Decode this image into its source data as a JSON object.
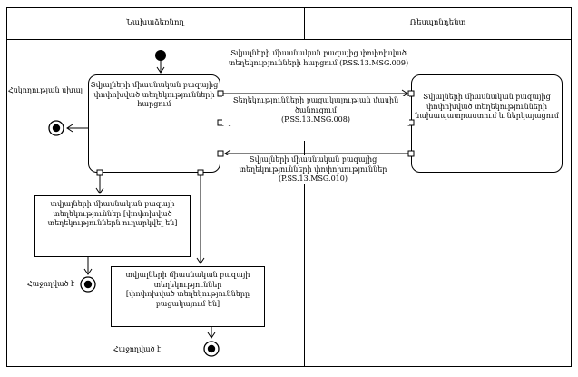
{
  "diagram_type": "uml-activity-swimlane",
  "colors": {
    "line": "#000000",
    "background": "#ffffff",
    "node_fill": "#ffffff"
  },
  "lanes": {
    "initiator": "Նախաձեռնող",
    "respondent": "Ռեսպոնդենտ"
  },
  "nodes": {
    "action_request": {
      "label": "Տվյալների միասնական բազայից\nփոփոխված տեղեկությունների\nհարցում"
    },
    "action_prepare": {
      "label": "Տվյալների միասնական բազայից\nփոփոխված տեղեկությունների\nնախապատրաստում և ներկայացում"
    },
    "object_sent": {
      "label": "տվյալների միասնական բազայի\nտեղեկություններ [փոփոխված\nտեղեկություններն ուղարկվել են]"
    },
    "object_absent": {
      "label": "տվյալների միասնական բազայի\nտեղեկություններ\n[փոփոխված տեղեկությունները\nբացակայում են]"
    }
  },
  "flows": {
    "msg009": {
      "label": "Տվյալների միասնական բազայից փոփոխված\nտեղեկությունների հարցում (P.SS.13.MSG.009)"
    },
    "msg008": {
      "label": "Տեղեկությունների բացակայության մասին ծանուցում\n(P.SS.13.MSG.008)"
    },
    "msg010": {
      "label": "Տվյալների միասնական բազայից\nտեղեկությունների փոփոխություններ\n(P.SS.13.MSG.010)"
    }
  },
  "annotations": {
    "control_error": "Հսկողության սխալ",
    "success_1": "Հաջողված է",
    "success_2": "Հաջողված է"
  }
}
